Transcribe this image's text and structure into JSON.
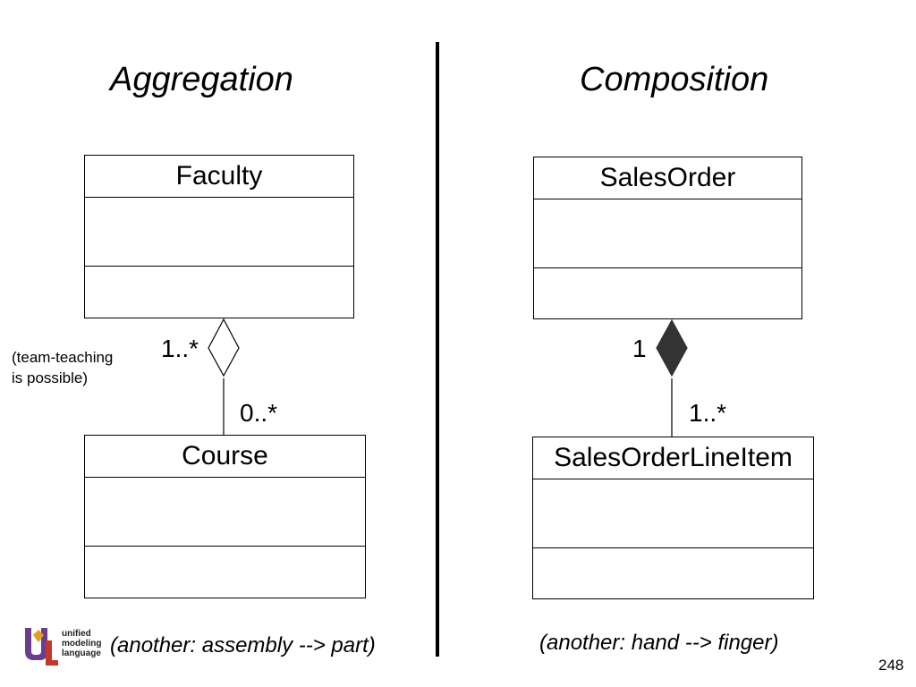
{
  "headings": {
    "aggregation": "Aggregation",
    "composition": "Composition"
  },
  "aggregation": {
    "whole_class": "Faculty",
    "part_class": "Course",
    "whole_multiplicity": "1..*",
    "part_multiplicity": "0..*",
    "note_line1": "(team-teaching",
    "note_line2": "is possible)",
    "example": "(another: assembly --> part)"
  },
  "composition": {
    "whole_class": "SalesOrder",
    "part_class": "SalesOrderLineItem",
    "whole_multiplicity": "1",
    "part_multiplicity": "1..*",
    "example": "(another: hand --> finger)"
  },
  "logo": {
    "line1": "unified",
    "line2": "modeling",
    "line3": "language",
    "colors": {
      "purple": "#6a3d8f",
      "gold": "#e0a020",
      "red": "#c0392b"
    }
  },
  "page_number": "248",
  "colors": {
    "ink": "#000000",
    "composition_diamond": "#333333",
    "background": "#ffffff"
  }
}
